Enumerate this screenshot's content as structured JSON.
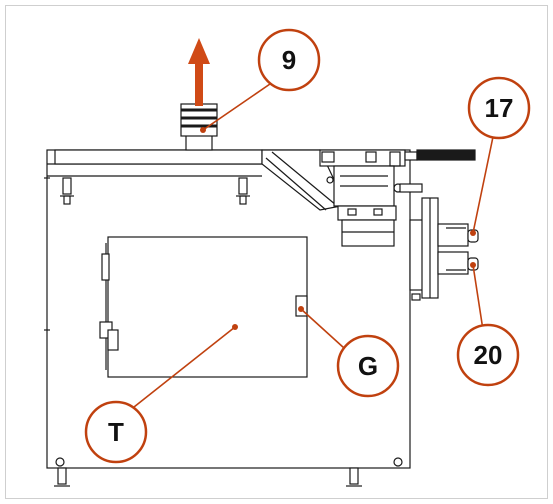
{
  "colors": {
    "accent": "#c0410f",
    "arrow": "#d04a16",
    "line": "#1a1a1a",
    "frame": "#cfcfcf"
  },
  "callouts": {
    "c9": {
      "label": "9"
    },
    "c17": {
      "label": "17"
    },
    "c20": {
      "label": "20"
    },
    "cG": {
      "label": "G"
    },
    "cT": {
      "label": "T"
    }
  },
  "icons": {
    "lift_arrow": "up-arrow-icon"
  }
}
